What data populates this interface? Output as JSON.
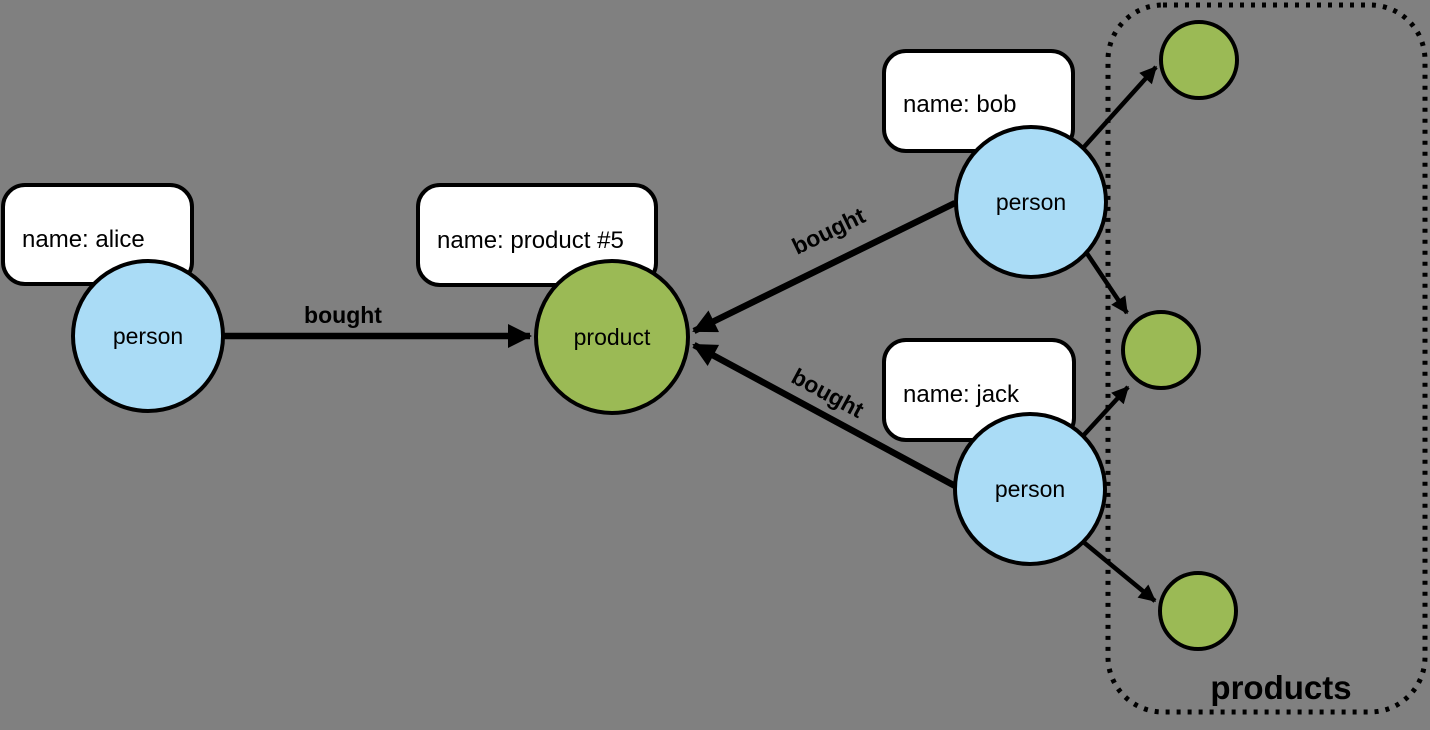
{
  "diagram": {
    "background": "#808080",
    "colors": {
      "person_fill": "#aadcf6",
      "product_fill": "#9bba55",
      "outline": "#000000",
      "property_box_fill": "#ffffff"
    },
    "nodes": {
      "alice": {
        "type_label": "person",
        "property": "name: alice"
      },
      "bob": {
        "type_label": "person",
        "property": "name: bob"
      },
      "jack": {
        "type_label": "person",
        "property": "name: jack"
      },
      "product5": {
        "type_label": "product",
        "property": "name: product #5"
      }
    },
    "edges": {
      "alice_bought": "bought",
      "bob_bought": "bought",
      "jack_bought": "bought"
    },
    "group": {
      "label": "products"
    }
  }
}
